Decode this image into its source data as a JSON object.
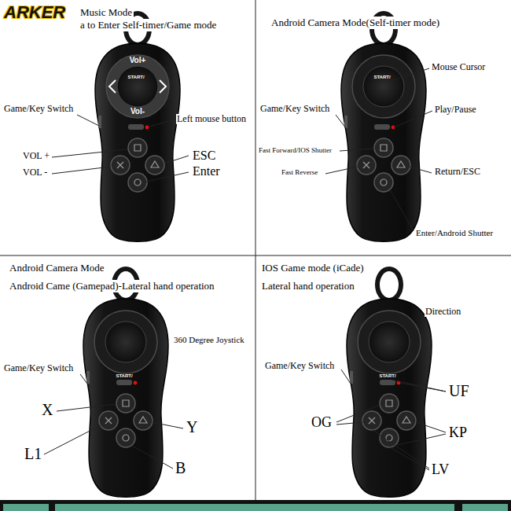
{
  "diagram": {
    "nodes": [
      {
        "text": [
          "Music Mode",
          "a to Enter Self-timer/Game mode"
        ]
      },
      {
        "text": [
          "Android Camera Mode(Self-timer mode)"
        ]
      },
      {
        "text": [
          "Android Camera Mode",
          "Android Came (Gamepad)-Lateral hand operation"
        ]
      },
      {
        "text": [
          "IOS Game mode (iCade)",
          "Lateral hand operation"
        ]
      }
    ],
    "labels": [
      "ARKER",
      "Vol+",
      "Vol-",
      "START/",
      "Game/Key Switch",
      "Left mouse button",
      "VOL +",
      "VOL -",
      "ESC",
      "Enter",
      "Mouse Cursor",
      "START/",
      "Game/Key Switch",
      "Play/Pause",
      "Fast Forward/IOS Shutter",
      "Fast Reverse",
      "Return/ESC",
      "Enter/Android Shutter",
      "360 Degree Joystick",
      "START/",
      "Game/Key Switch",
      "X",
      "L1",
      "Y",
      "B",
      "Direction",
      "START/",
      "Game/Key Switch",
      "UF",
      "OG",
      "KP",
      "LV"
    ]
  }
}
